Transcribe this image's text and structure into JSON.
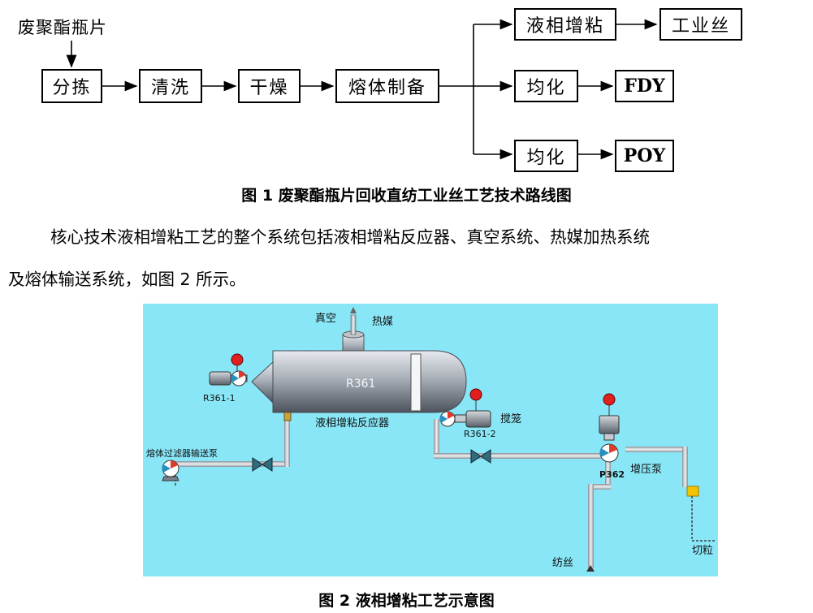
{
  "figure1": {
    "source_label": "废聚酯瓶片",
    "steps": [
      "分拣",
      "清洗",
      "干燥",
      "熔体制备"
    ],
    "branch_top": [
      "液相增粘",
      "工业丝"
    ],
    "branch_mid": [
      "均化",
      "FDY"
    ],
    "branch_bottom": [
      "均化",
      "POY"
    ],
    "caption": "图 1 废聚酯瓶片回收直纺工业丝工艺技术路线图"
  },
  "paragraph": {
    "line1": "核心技术液相增粘工艺的整个系统包括液相增粘反应器、真空系统、热媒加热系统",
    "line2": "及熔体输送系统，如图 2 所示。"
  },
  "figure2": {
    "labels": {
      "vacuum": "真空",
      "heat_medium": "热媒",
      "reactor_id": "R361",
      "r361_1": "R361-1",
      "reactor_name": "液相增粘反应器",
      "r361_2": "R361-2",
      "stirring": "搅笼",
      "pump_id": "P362",
      "booster_pump": "增压泵",
      "filter_pump": "熔体过滤器输送泵",
      "spinning": "纺丝",
      "pelletizing": "切粒"
    },
    "caption": "图 2 液相增粘工艺示意图"
  },
  "colors": {
    "diagram_bg": "#89e6f6",
    "vessel": "#9aa0aa",
    "pipe": "#c8ccd2",
    "indicator": "#e01f1f"
  }
}
